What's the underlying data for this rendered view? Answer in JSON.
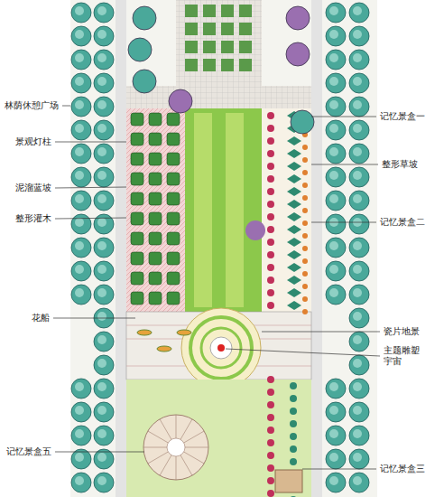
{
  "diagram": {
    "labels": [
      "林荫休憩广场",
      "景观灯柱",
      "泥溜蓝坡",
      "整形灌木",
      "花船",
      "记忆景盒五",
      "记忆景盒一",
      "整形草坡",
      "记忆景盒二",
      "瓷片地景",
      "主题雕塑 宇宙",
      "记忆景盒三"
    ]
  }
}
